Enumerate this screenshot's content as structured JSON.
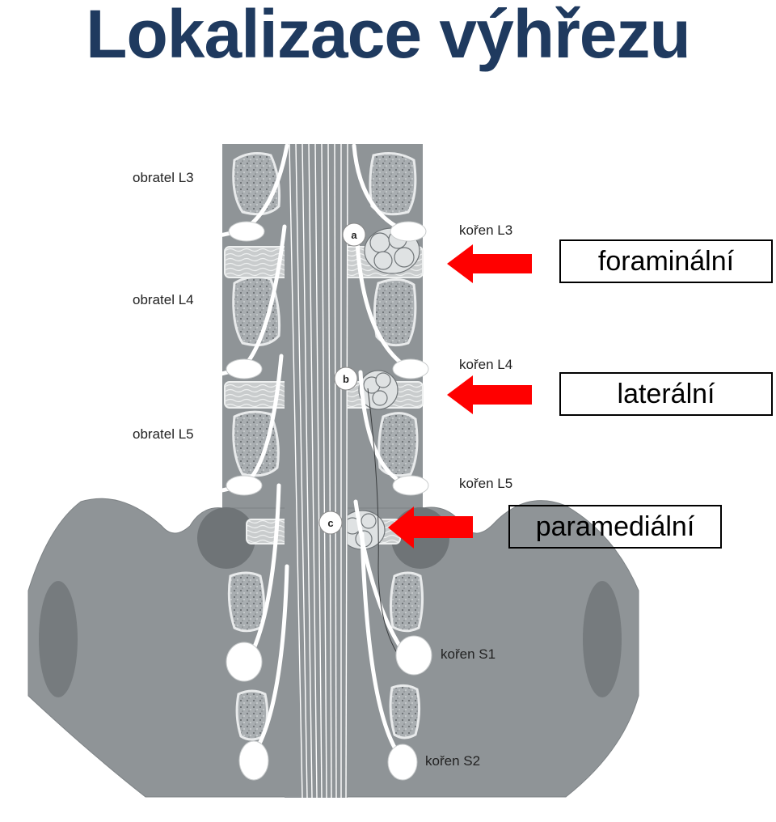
{
  "title": "Lokalizace výhřezu",
  "labels": {
    "vertebra_l3": "obratel L3",
    "vertebra_l4": "obratel L4",
    "vertebra_l5": "obratel L5",
    "root_l3": "kořen L3",
    "root_l4": "kořen L4",
    "root_l5": "kořen L5",
    "root_s1": "kořen S1",
    "root_s2": "kořen S2"
  },
  "points": {
    "a": "a",
    "b": "b",
    "c": "c"
  },
  "boxes": {
    "foraminal": "foraminální",
    "lateral": "laterální",
    "paramedial": "paramediální"
  },
  "colors": {
    "title": "#1f3a5f",
    "arrow": "#ff0000",
    "bone": "#8e9396",
    "bone_dark": "#6f7477",
    "nerve": "#ffffff"
  }
}
